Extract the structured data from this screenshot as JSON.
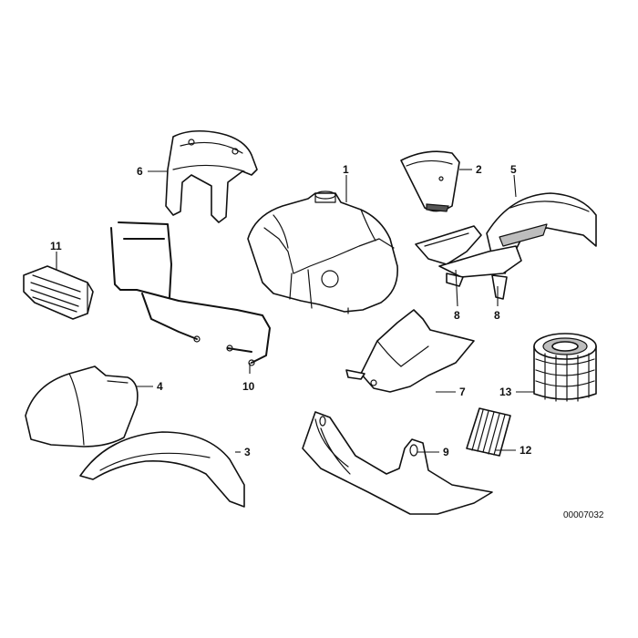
{
  "diagram": {
    "reference_number": "00007032",
    "callouts": {
      "c1": "1",
      "c2": "2",
      "c3": "3",
      "c4": "4",
      "c5": "5",
      "c6": "6",
      "c7": "7",
      "c8a": "8",
      "c8b": "8",
      "c9": "9",
      "c10": "10",
      "c11": "11",
      "c12": "12",
      "c13": "13"
    }
  },
  "colors": {
    "line": "#111111",
    "shade": "#bdbdbd",
    "background": "#ffffff"
  }
}
